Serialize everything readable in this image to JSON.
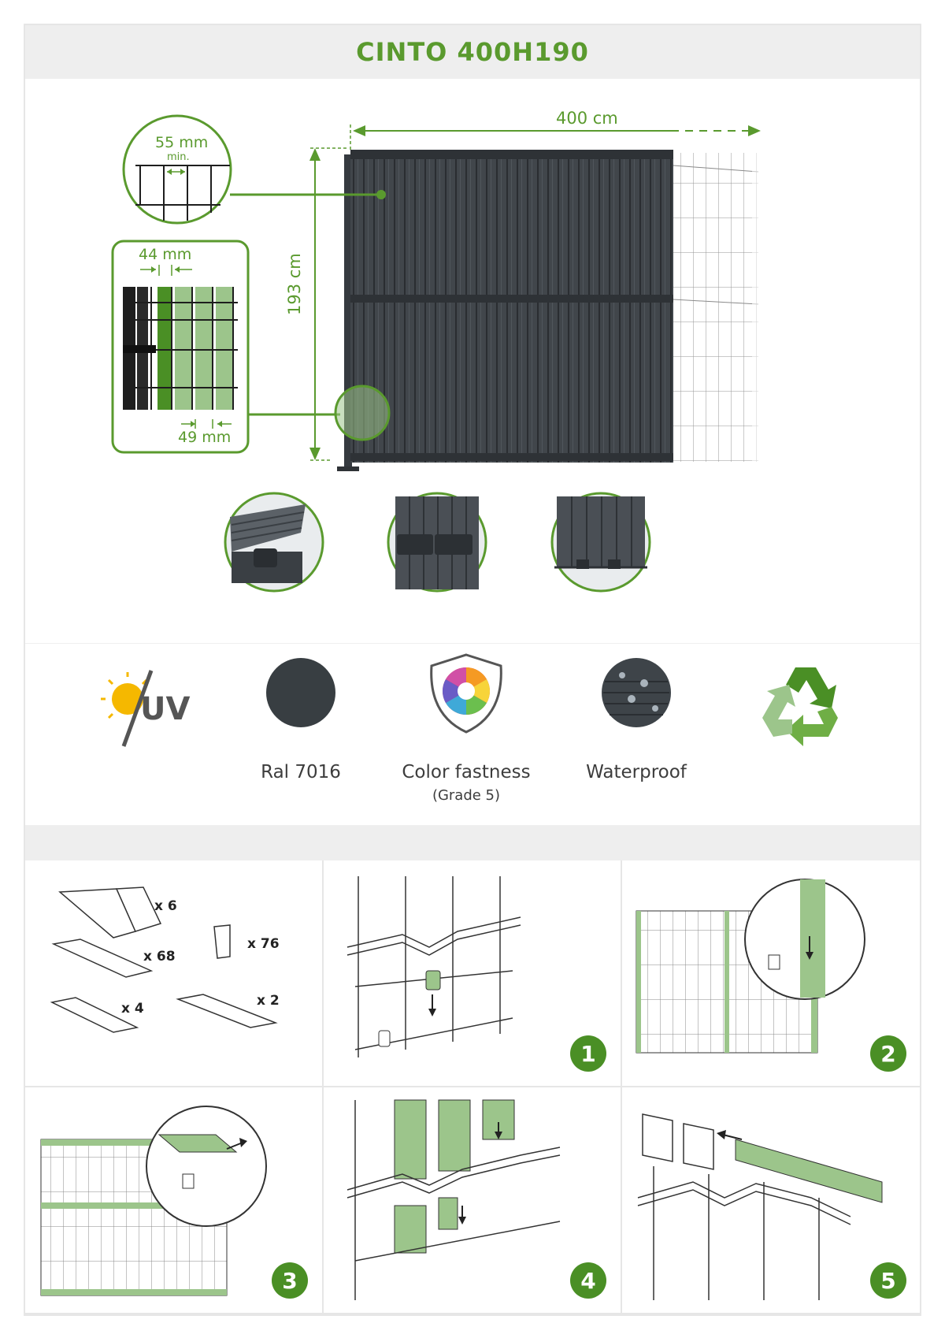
{
  "title": "CINTO 400H190",
  "dimensions": {
    "width": "400 cm",
    "height": "193 cm",
    "mesh_spacing": "55 mm",
    "mesh_spacing_note": "min.",
    "slat_gap": "44 mm",
    "slat_pitch": "49 mm"
  },
  "features": [
    {
      "label": "",
      "sub": "",
      "icon": "uv-sun-icon"
    },
    {
      "label": "Ral 7016",
      "sub": "",
      "icon": "color-swatch-icon"
    },
    {
      "label": "Color fastness",
      "sub": "(Grade 5)",
      "icon": "color-wheel-shield-icon"
    },
    {
      "label": "Waterproof",
      "sub": "",
      "icon": "water-drops-icon"
    },
    {
      "label": "",
      "sub": "",
      "icon": "recycle-icon"
    }
  ],
  "uv_text": "UV",
  "kit": [
    {
      "qty": "x 6",
      "part": "top-cap-profile"
    },
    {
      "qty": "x 68",
      "part": "slat"
    },
    {
      "qty": "x 76",
      "part": "clip"
    },
    {
      "qty": "x 4",
      "part": "short-slat"
    },
    {
      "qty": "x 2",
      "part": "end-profile"
    }
  ],
  "steps": [
    "1",
    "2",
    "3",
    "4",
    "5"
  ],
  "colors": {
    "accent": "#5a9a2e",
    "light_green": "#9cc58b",
    "panel": "#3c4045",
    "ral7016": "#383e42"
  }
}
